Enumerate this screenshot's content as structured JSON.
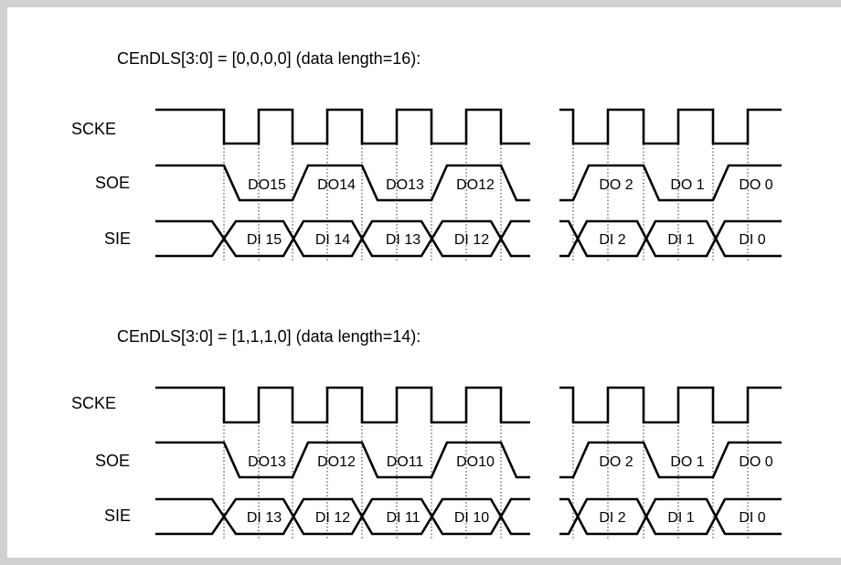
{
  "colors": {
    "frame": "#d0d0d0",
    "background": "#ffffff",
    "ink": "#000000"
  },
  "sections": [
    {
      "title": "CEnDLS[3:0] = [0,0,0,0] (data length=16):",
      "signals": [
        "SCKE",
        "SOE",
        "SIE"
      ],
      "soe_cells": [
        "DO15",
        "DO14",
        "DO13",
        "DO12",
        "DO 2",
        "DO 1",
        "DO 0"
      ],
      "sie_cells": [
        "DI 15",
        "DI 14",
        "DI 13",
        "DI 12",
        "DI 2",
        "DI 1",
        "DI 0"
      ]
    },
    {
      "title": "CEnDLS[3:0] = [1,1,1,0] (data length=14):",
      "signals": [
        "SCKE",
        "SOE",
        "SIE"
      ],
      "soe_cells": [
        "DO13",
        "DO12",
        "DO11",
        "DO10",
        "DO 2",
        "DO 1",
        "DO 0"
      ],
      "sie_cells": [
        "DI 13",
        "DI 12",
        "DI 11",
        "DI 10",
        "DI 2",
        "DI 1",
        "DI 0"
      ]
    }
  ]
}
